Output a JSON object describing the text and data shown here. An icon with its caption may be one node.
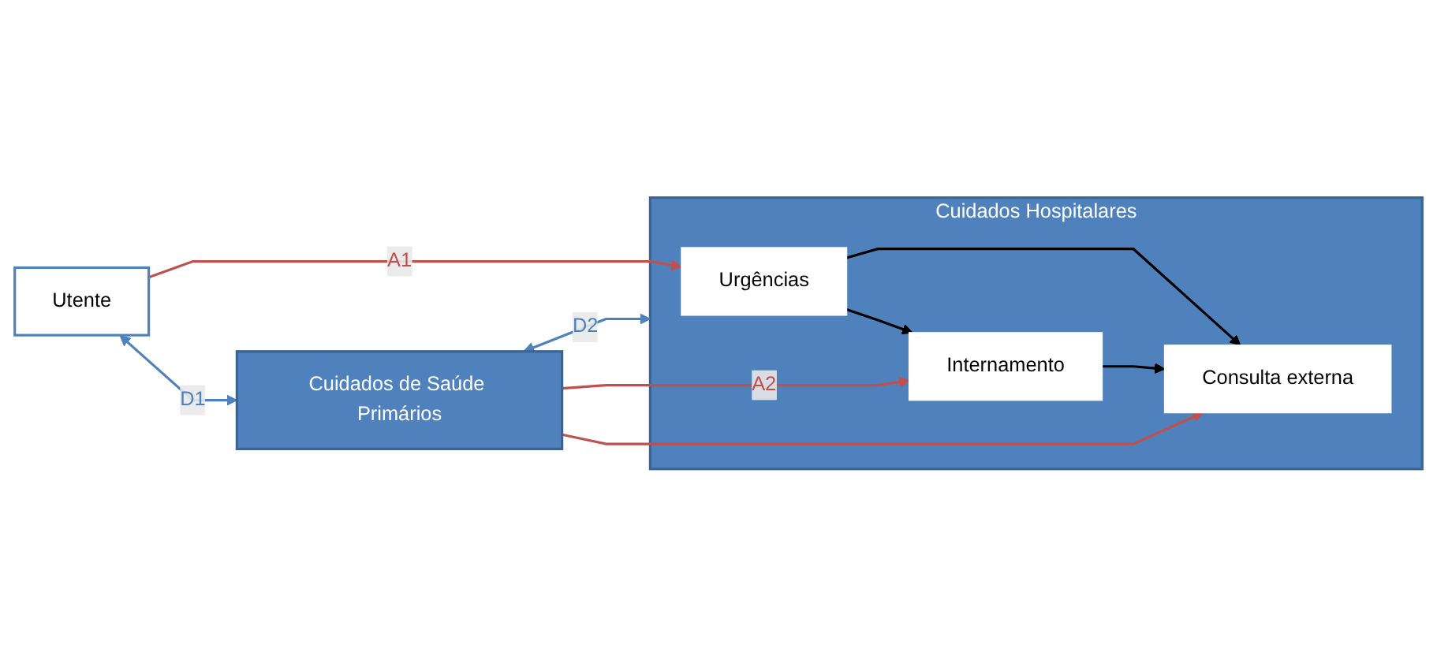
{
  "diagram": {
    "nodes": [
      {
        "text": [
          "Utente"
        ]
      },
      {
        "text": [
          "Cuidados Hospitalares"
        ]
      },
      {
        "text": [
          "Urgências"
        ],
        "in": 1
      },
      {
        "text": [
          "Consulta externa"
        ],
        "in": 1
      },
      {
        "text": [
          "Internamento"
        ],
        "in": 1
      },
      {
        "text": [
          "Cuidados de Saúde Primários"
        ]
      }
    ],
    "edges": [
      {
        "from": 0,
        "to": 2,
        "arrow": "to",
        "label": "A1",
        "color": "#c0504d"
      },
      {
        "from": 0,
        "to": 5,
        "arrow": "both",
        "label": "D1",
        "color": "#4f81bd"
      },
      {
        "from": 5,
        "to": 1,
        "arrow": "both",
        "label": "D2",
        "color": "#4f81bd"
      },
      {
        "from": 2,
        "to": 3,
        "arrow": "to",
        "color": "#000000"
      },
      {
        "from": 2,
        "to": 4,
        "arrow": "to",
        "color": "#000000"
      },
      {
        "from": 4,
        "to": 3,
        "arrow": "to",
        "color": "#000000"
      },
      {
        "from": 5,
        "to": 4,
        "arrow": "to",
        "label": "A2",
        "color": "#c0504d"
      },
      {
        "from": 5,
        "to": 3,
        "arrow": "to",
        "color": "#c0504d"
      }
    ]
  }
}
